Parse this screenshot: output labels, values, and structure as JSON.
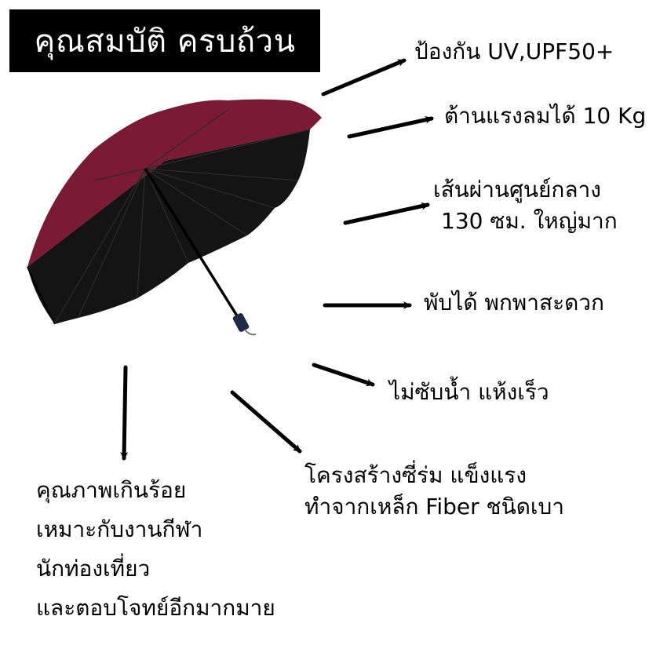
{
  "title": "คุณสมบัติ ครบถ้วน",
  "colors": {
    "canopy_outer": "#7a1a33",
    "canopy_inner": "#141414",
    "handle": "#1d2b46",
    "arrow": "#000000",
    "title_bg": "#000000",
    "title_fg": "#ffffff"
  },
  "product": {
    "name": "umbrella",
    "icon": "folding-umbrella-image"
  },
  "features": [
    {
      "id": "uv",
      "lines": [
        "ป้องกัน UV,UPF50+"
      ]
    },
    {
      "id": "wind",
      "lines": [
        "ต้านแรงลมได้ 10 Kg"
      ]
    },
    {
      "id": "diameter",
      "lines": [
        "เส้นผ่านศูนย์กลาง",
        "130 ซม. ใหญ่มาก"
      ]
    },
    {
      "id": "foldable",
      "lines": [
        "พับได้ พกพาสะดวก"
      ]
    },
    {
      "id": "waterproof",
      "lines": [
        "ไม่ซับน้ำ แห้งเร็ว"
      ]
    },
    {
      "id": "frame",
      "lines": [
        "โครงสร้างซี่ร่ม แข็งแรง",
        "ทำจากเหล็ก Fiber ชนิดเบา"
      ]
    },
    {
      "id": "quality",
      "lines": [
        "คุณภาพเกินร้อย",
        "เหมาะกับงานกีฬา",
        "นักท่องเที่ยว",
        "และตอบโจทย์อีกมากมาย"
      ]
    }
  ]
}
